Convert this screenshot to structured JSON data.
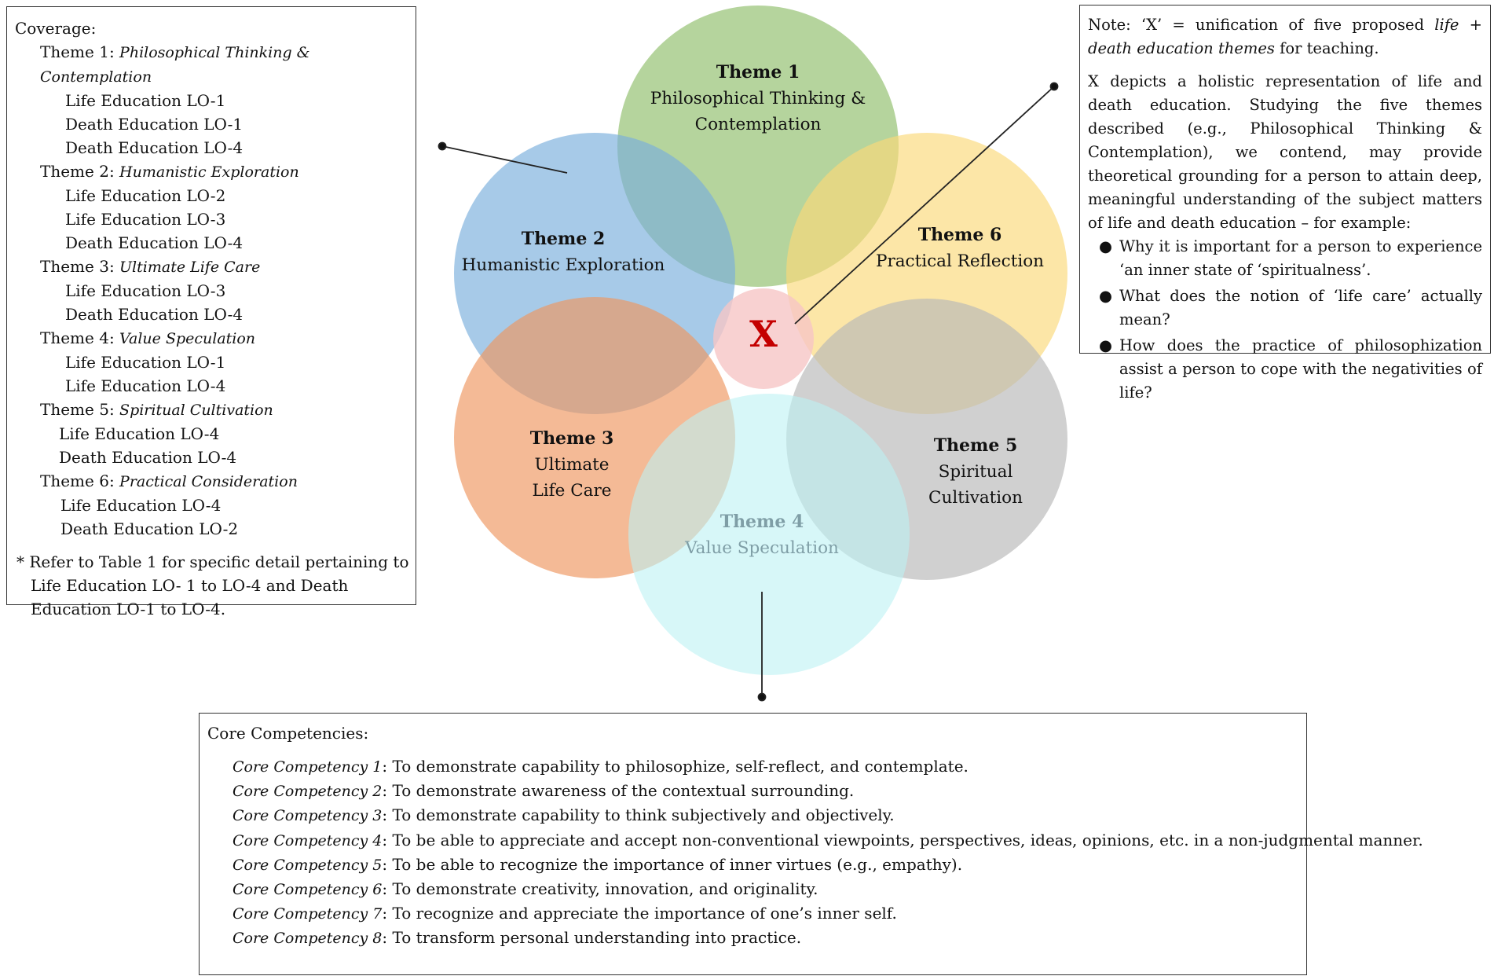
{
  "coverage": {
    "title": "Coverage:",
    "themes": [
      {
        "prefix": "Theme 1: ",
        "name": "Philosophical Thinking & Contemplation",
        "los": [
          "Life Education LO-1",
          "Death Education LO-1",
          "Death Education LO-4"
        ]
      },
      {
        "prefix": "Theme 2: ",
        "name": "Humanistic Exploration",
        "los": [
          "Life Education LO-2",
          "Life Education LO-3",
          "Death Education LO-4"
        ]
      },
      {
        "prefix": "Theme 3: ",
        "name": "Ultimate Life Care",
        "los": [
          "Life Education LO-3",
          "Death Education LO-4"
        ]
      },
      {
        "prefix": "Theme 4: ",
        "name": "Value Speculation",
        "los": [
          "Life Education LO-1",
          "Life Education LO-4"
        ]
      },
      {
        "prefix": "Theme 5: ",
        "name": "Spiritual Cultivation",
        "los": [
          "Life Education LO-4",
          "Death Education LO-4"
        ]
      },
      {
        "prefix": "Theme 6: ",
        "name": "Practical Consideration",
        "los": [
          "Life Education LO-4",
          "Death Education LO-2"
        ]
      }
    ],
    "footnote": "* Refer to Table 1 for specific detail pertaining to Life Education LO- 1 to LO-4 and Death Education LO-1 to LO-4."
  },
  "note": {
    "line1_a": "Note: ‘X’ = unification of five proposed ",
    "line1_italic": "life + death education themes",
    "line1_b": " for teaching.",
    "paragraph": "X depicts a holistic representation of life and death education. Studying the five themes described (e.g., Philosophical Thinking & Contemplation), we contend, may provide theoretical grounding for a person to attain deep, meaningful understanding of the subject matters of life and death education – for example:",
    "bullets": [
      "Why it is important for a person to experience ‘an inner state of ‘spiritualness’.",
      "What does the notion of ‘life care’ actually mean?",
      "How does the practice of philosophization assist a person to cope with the negativities of life?"
    ]
  },
  "diagram": {
    "center_label": "X",
    "themes": [
      {
        "name": "Theme 1",
        "lines": [
          "Philosophical Thinking &",
          "Contemplation"
        ],
        "color": "#8fbe6a"
      },
      {
        "name": "Theme 2",
        "lines": [
          "Humanistic Exploration"
        ],
        "color": "#7aaedc"
      },
      {
        "name": "Theme 3",
        "lines": [
          "Ultimate",
          "Life Care"
        ],
        "color": "#ee9660"
      },
      {
        "name": "Theme 4",
        "lines": [
          "Value Speculation"
        ],
        "color": "#bdf1f4"
      },
      {
        "name": "Theme 5",
        "lines": [
          "Spiritual",
          "Cultivation"
        ],
        "color": "#b8b8b8"
      },
      {
        "name": "Theme 6",
        "lines": [
          "Practical Reflection"
        ],
        "color": "#fbd97a"
      }
    ],
    "center_color": "#f6c6c6",
    "x_color": "#c40000"
  },
  "core": {
    "title": "Core Competencies:",
    "items": [
      {
        "label": "Core Competency 1",
        "text": ": To demonstrate capability to philosophize, self-reflect, and contemplate."
      },
      {
        "label": "Core Competency 2",
        "text": ": To demonstrate awareness of the contextual surrounding."
      },
      {
        "label": "Core Competency 3",
        "text": ": To demonstrate capability to think subjectively and objectively."
      },
      {
        "label": "Core Competency 4",
        "text": ": To be able to appreciate and accept non-conventional viewpoints, perspectives, ideas, opinions, etc. in a non-judgmental manner."
      },
      {
        "label": "Core Competency 5",
        "text": ": To be able to recognize the importance of inner virtues (e.g., empathy)."
      },
      {
        "label": "Core Competency 6",
        "text": ": To demonstrate creativity, innovation, and originality."
      },
      {
        "label": "Core Competency 7",
        "text": ": To recognize and appreciate the importance of one’s inner self."
      },
      {
        "label": "Core Competency 8",
        "text": ": To transform personal understanding into practice."
      }
    ]
  }
}
